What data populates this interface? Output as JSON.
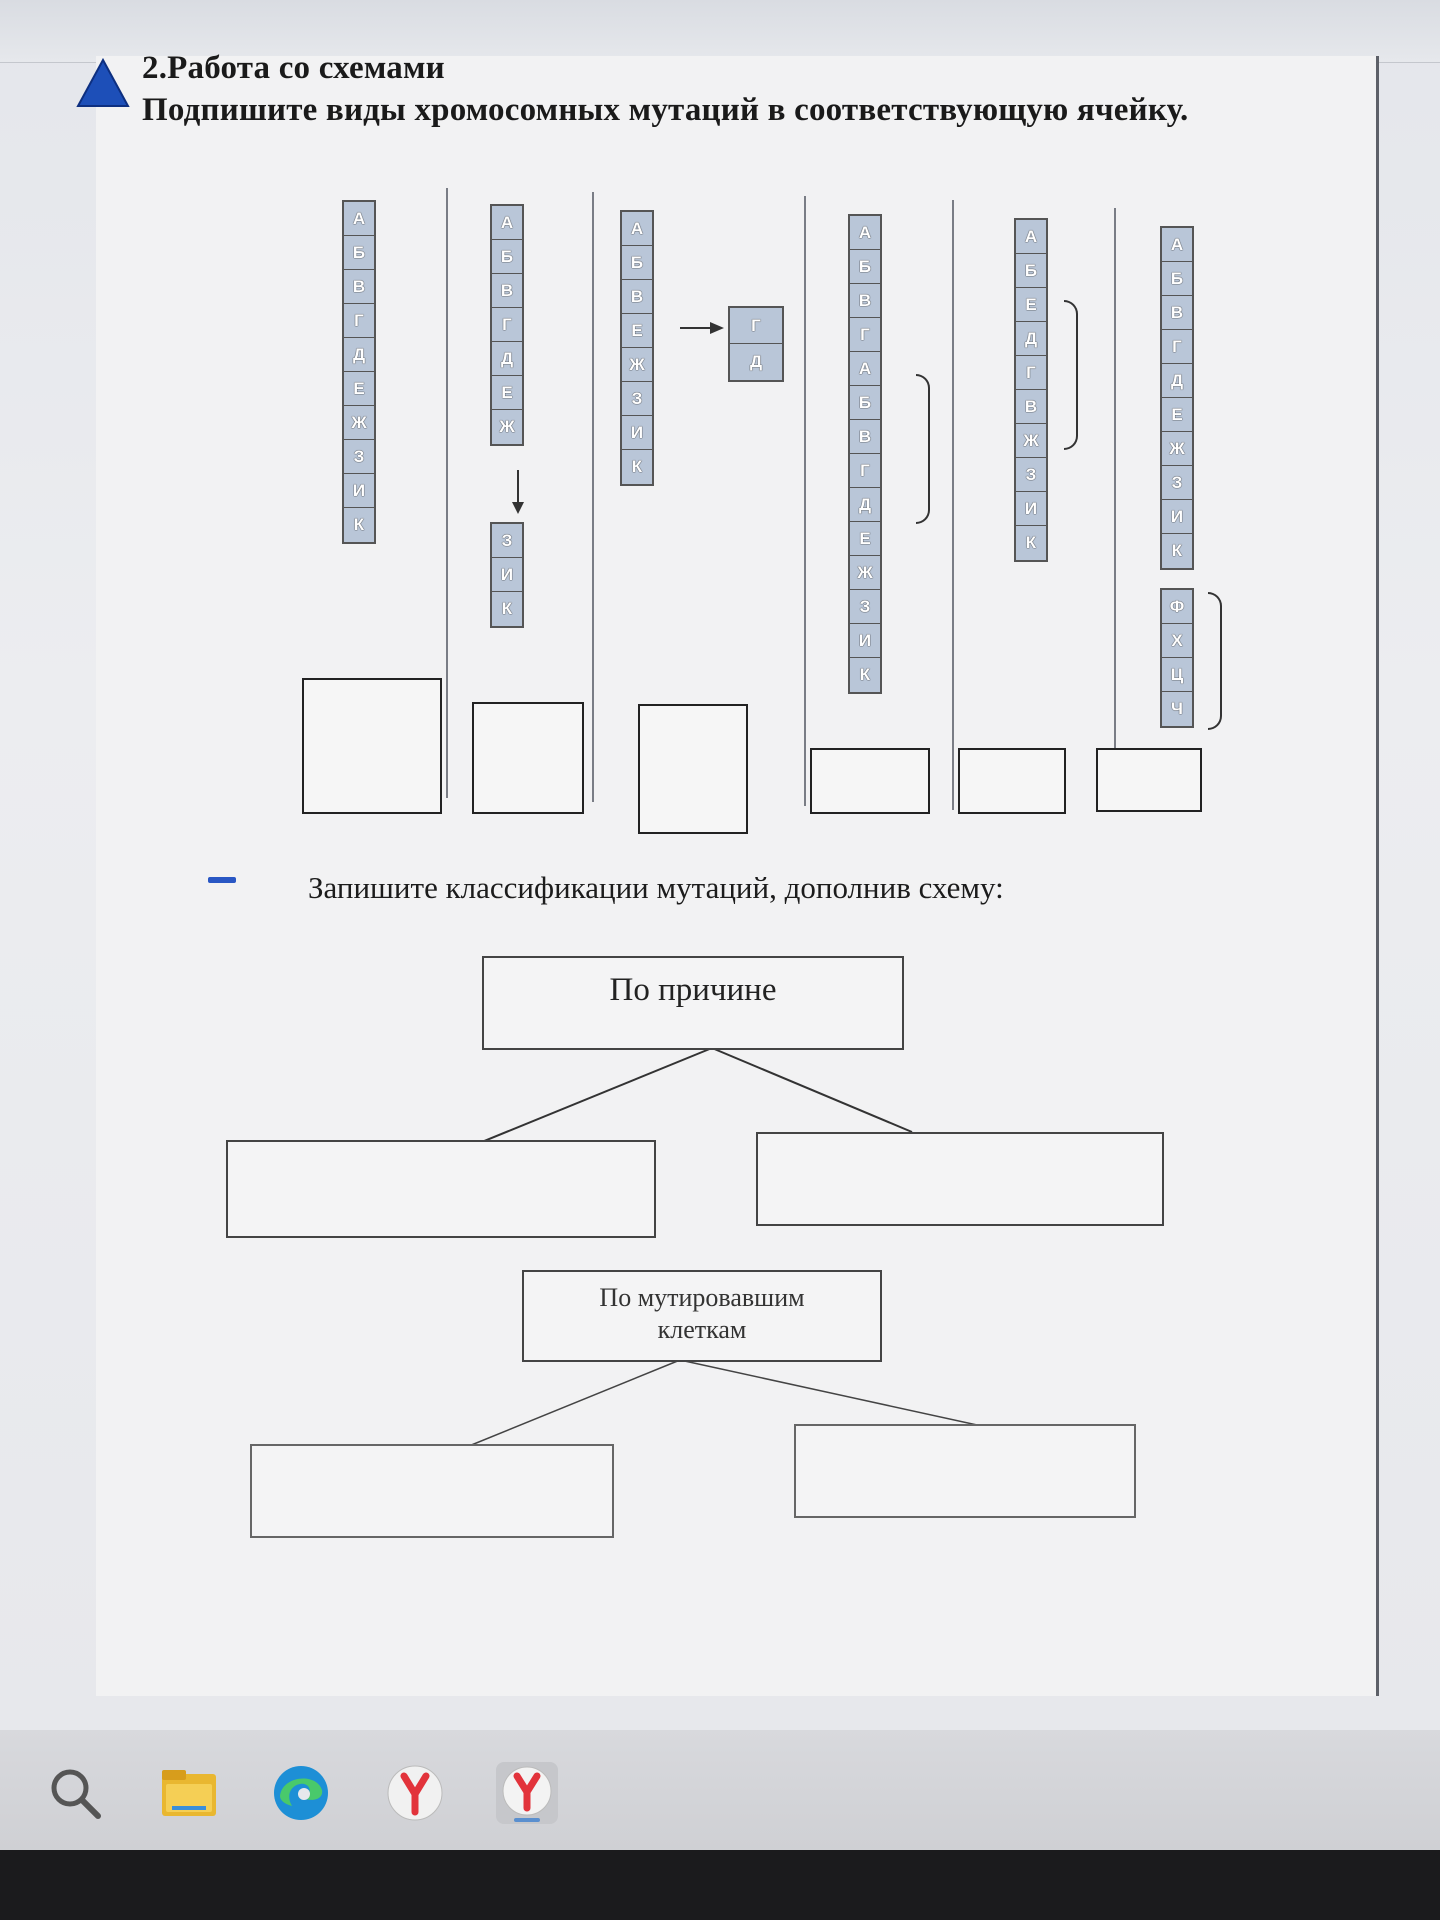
{
  "header": {
    "title": "2.Работа со схемами",
    "subtitle": "Подпишите виды хромосомных мутаций в соответствующую ячейку."
  },
  "chromosomes": [
    {
      "segments": [
        [
          "А",
          "Б",
          "В",
          "Г",
          "Д",
          "Е",
          "Ж",
          "З",
          "И",
          "К"
        ]
      ]
    },
    {
      "segments": [
        [
          "А",
          "Б",
          "В",
          "Г",
          "Д",
          "Е",
          "Ж"
        ],
        [
          "З",
          "И",
          "К"
        ]
      ]
    },
    {
      "segments": [
        [
          "А",
          "Б",
          "В",
          "Е",
          "Ж",
          "З",
          "И",
          "К"
        ],
        [
          "Г",
          "Д"
        ]
      ]
    },
    {
      "segments": [
        [
          "А",
          "Б",
          "В",
          "Г",
          "А",
          "Б",
          "В",
          "Г",
          "Д",
          "Е",
          "Ж",
          "З",
          "И",
          "К"
        ]
      ]
    },
    {
      "segments": [
        [
          "А",
          "Б",
          "Е",
          "Д",
          "Г",
          "В",
          "Ж",
          "З",
          "И",
          "К"
        ]
      ]
    },
    {
      "segments": [
        [
          "А",
          "Б",
          "В",
          "Г",
          "Д",
          "Е",
          "Ж",
          "З",
          "И",
          "К"
        ],
        [
          "Ф",
          "Х",
          "Ц",
          "Ч"
        ]
      ]
    }
  ],
  "task2": {
    "instruction": "Запишите классификации мутаций, дополнив схему:",
    "scheme1": {
      "root": "По причине"
    },
    "scheme2": {
      "root": "По мутировавшим клеткам"
    }
  },
  "taskbar": {
    "icons": [
      "search-icon",
      "file-explorer-icon",
      "edge-browser-icon",
      "yandex-browser-icon",
      "yandex-browser-active-icon"
    ]
  },
  "colors": {
    "gene_fill": "#b9c6d8",
    "accent_blue": "#2957c4",
    "yandex_red": "#e2333b"
  }
}
